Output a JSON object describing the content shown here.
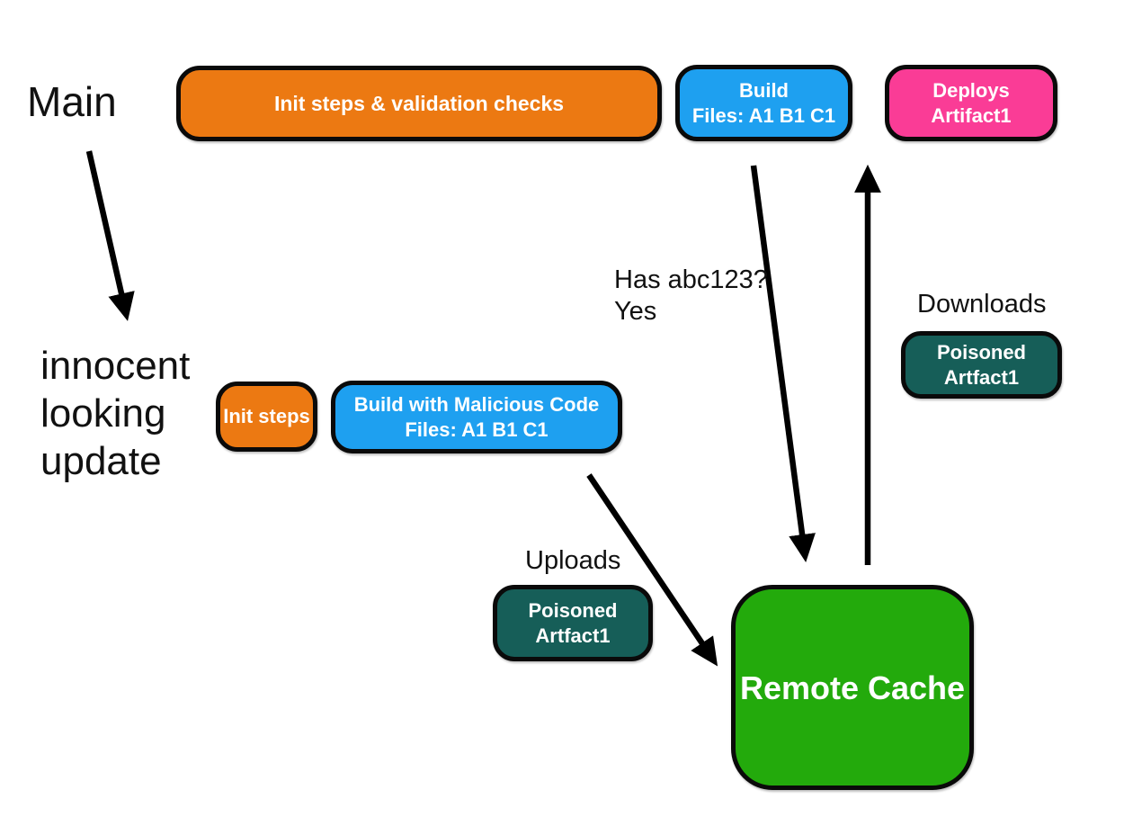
{
  "diagram": {
    "description": "CI pipeline cache-poisoning flow diagram",
    "background": "#FFFFFF"
  },
  "colors": {
    "orange": "#EC7912",
    "blue": "#1EA0F0",
    "pink": "#FA3C96",
    "teal": "#165E58",
    "green": "#23AA0C",
    "border": "#0A0A0A",
    "arrow": "#000000",
    "text": "#111111",
    "node_text": "#FFFFFF"
  },
  "labels": {
    "main_branch": "Main",
    "update_branch": "innocent\nlooking\nupdate",
    "cache_check": "Has abc123?\nYes",
    "uploads": "Uploads",
    "downloads": "Downloads"
  },
  "nodes": {
    "init_validation": {
      "label": "Init steps & validation checks"
    },
    "build_main": {
      "line1": "Build",
      "line2": "Files: A1 B1 C1"
    },
    "deploys": {
      "line1": "Deploys",
      "line2": "Artifact1"
    },
    "init_steps": {
      "label": "Init steps"
    },
    "build_malicious": {
      "line1": "Build with Malicious Code",
      "line2": "Files: A1 B1 C1"
    },
    "poisoned_upload": {
      "line1": "Poisoned",
      "line2": "Artfact1"
    },
    "poisoned_download": {
      "line1": "Poisoned",
      "line2": "Artfact1"
    },
    "remote_cache": {
      "label": "Remote Cache"
    }
  },
  "arrows": [
    {
      "name": "main-to-update",
      "from": "Main",
      "to": "innocent looking update"
    },
    {
      "name": "build-to-cache",
      "from": "Build",
      "to": "Remote Cache"
    },
    {
      "name": "cache-to-deploys",
      "from": "Remote Cache",
      "to": "Deploys Artifact1"
    },
    {
      "name": "malicious-build-to-cache",
      "from": "Build with Malicious Code",
      "to": "Remote Cache"
    }
  ]
}
